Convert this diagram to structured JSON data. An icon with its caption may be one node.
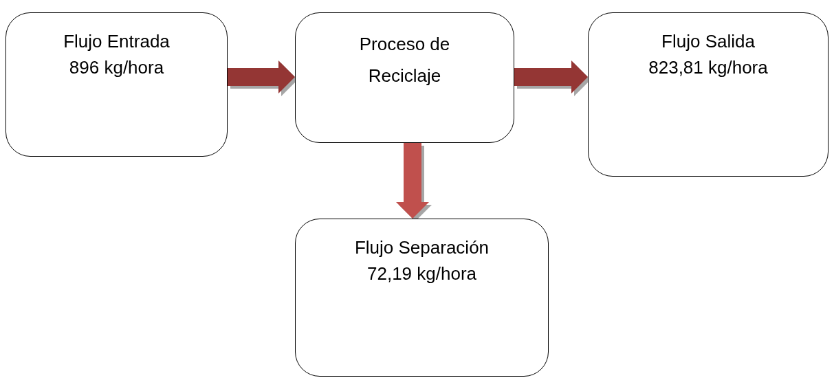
{
  "diagram": {
    "nodes": [
      {
        "text": [
          "Flujo Entrada",
          "896 kg/hora"
        ]
      },
      {
        "text": [
          "Proceso de Reciclaje"
        ]
      },
      {
        "text": [
          "Flujo Salida",
          "823,81 kg/hora"
        ]
      },
      {
        "text": [
          "Flujo Separación",
          "72,19 kg/hora"
        ]
      }
    ],
    "edges": [
      {
        "from": 0,
        "to": 1,
        "arrow": "to"
      },
      {
        "from": 1,
        "to": 2,
        "arrow": "to"
      },
      {
        "from": 1,
        "to": 3,
        "arrow": "to",
        "color": "#c0504d"
      }
    ]
  }
}
